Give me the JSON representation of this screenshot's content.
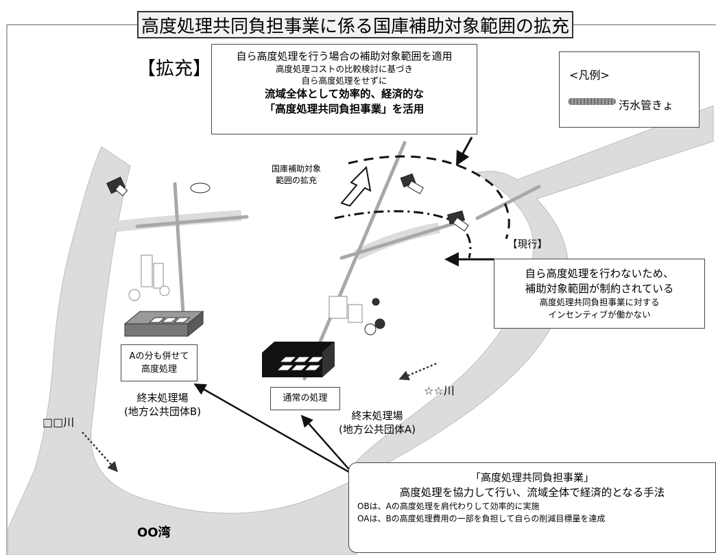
{
  "title": "高度処理共同負担事業に係る国庫補助対象範囲の拡充",
  "expansion_tag": "【拡充】",
  "top_callout": {
    "line1": "自ら高度処理を行う場合の補助対象範囲を適用",
    "line2": "高度処理コストの比較検討に基づき",
    "line3": "自ら高度処理をせずに",
    "line4": "流域全体として効率的、経済的な",
    "line5": "「高度処理共同負担事業」を活用"
  },
  "legend": {
    "title": "<凡例>",
    "sewer_label": "汚水管きょ"
  },
  "arrow_label": {
    "line1": "国庫補助対象",
    "line2": "範囲の拡充"
  },
  "current_tag": "【現行】",
  "right_callout": {
    "line1": "自ら高度処理を行わないため、",
    "line2": "補助対象範囲が制約されている",
    "line3": "高度処理共同負担事業に対する",
    "line4": "インセンティブが働かない"
  },
  "plant_b": {
    "box_line1": "Aの分も併せて",
    "box_line2": "高度処理",
    "name": "終末処理場",
    "owner": "(地方公共団体B)"
  },
  "plant_a": {
    "box_label": "通常の処理",
    "name": "終末処理場",
    "owner": "(地方公共団体A)"
  },
  "rivers": {
    "star_river": "☆☆川",
    "square_river": "□□川",
    "bay": "OO湾"
  },
  "bottom_callout": {
    "title": "「高度処理共同負担事業」",
    "subtitle": "高度処理を協力して行い、流域全体で経済的となる手法",
    "point1": "OBは、Aの高度処理を肩代わりして効率的に実施",
    "point2": "OAは、Bの高度処理費用の一部を負担して自らの削減目標量を達成"
  },
  "colors": {
    "river": "#dcdcdc",
    "sewer_pipe": "#a8a8a8",
    "plant_dark": "#111111",
    "plant_gray": "#777777"
  }
}
